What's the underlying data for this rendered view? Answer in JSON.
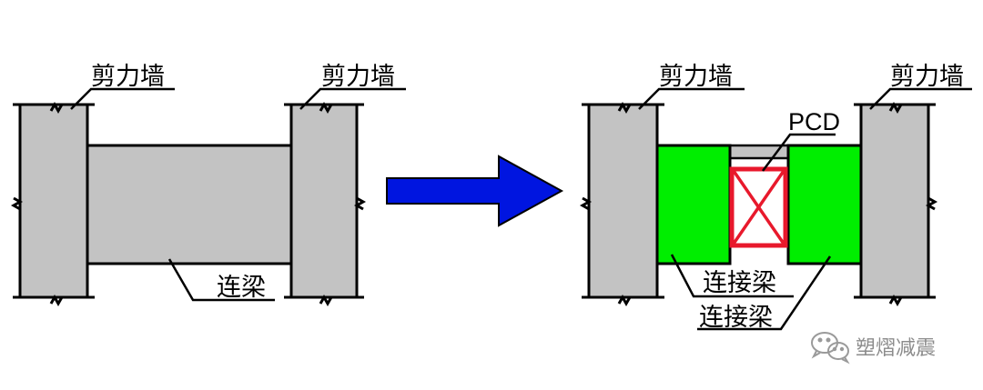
{
  "left_diagram": {
    "wall_left_label": "剪力墙",
    "wall_right_label": "剪力墙",
    "beam_label": "连梁"
  },
  "right_diagram": {
    "wall_left_label": "剪力墙",
    "wall_right_label": "剪力墙",
    "device_label": "PCD",
    "beam_label_1": "连接梁",
    "beam_label_2": "连接梁"
  },
  "watermark": {
    "text": "塑熠减震",
    "icon": "wechat-icon"
  },
  "colors": {
    "wall": "#c3c3c3",
    "connecting_beam": "#00ee00",
    "device_border": "#e8192c",
    "arrow": "#0015e0",
    "watermark": "#8c8c8c"
  }
}
